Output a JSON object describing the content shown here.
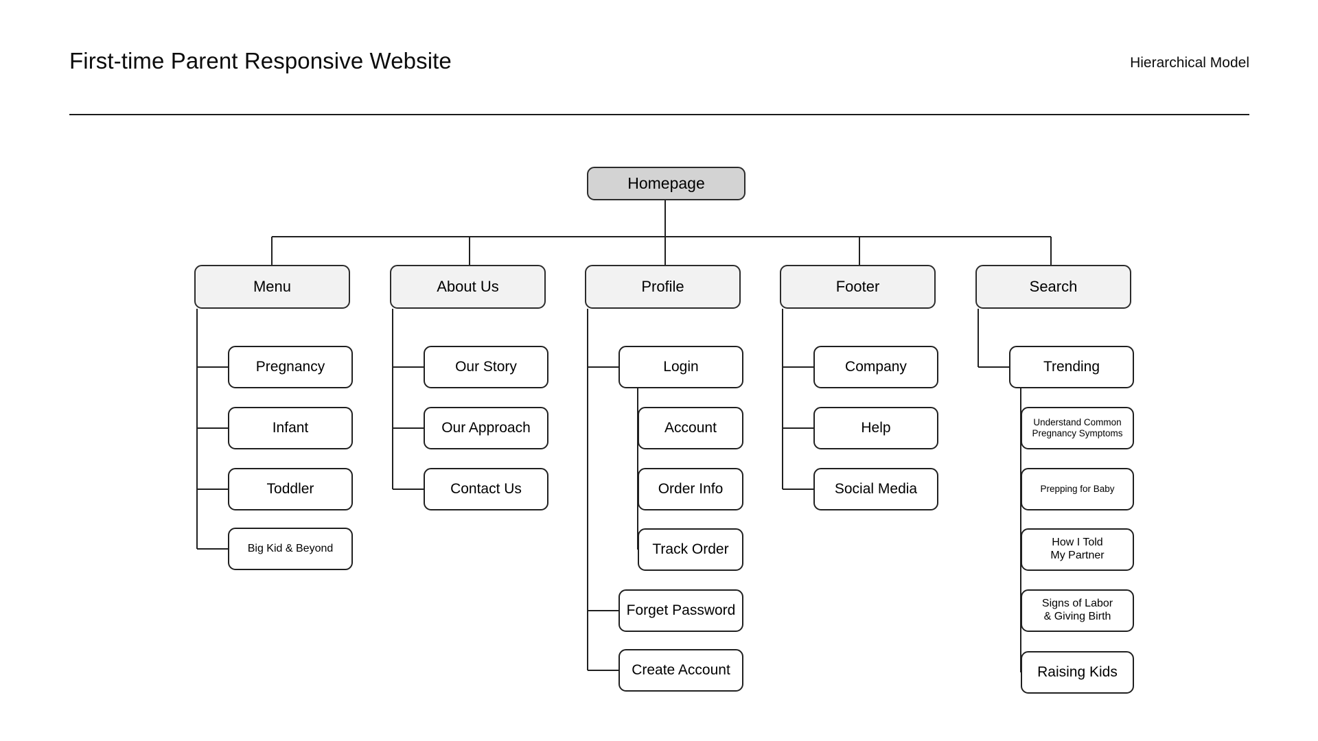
{
  "header": {
    "title": "First-time Parent Responsive Website",
    "model_label": "Hierarchical Model"
  },
  "diagram": {
    "type": "hierarchical-sitemap",
    "root": {
      "label": "Homepage",
      "level": 1
    },
    "branches": [
      {
        "label": "Menu",
        "children": [
          {
            "label": "Pregnancy"
          },
          {
            "label": "Infant"
          },
          {
            "label": "Toddler"
          },
          {
            "label": "Big Kid & Beyond"
          }
        ]
      },
      {
        "label": "About Us",
        "children": [
          {
            "label": "Our Story"
          },
          {
            "label": "Our Approach"
          },
          {
            "label": "Contact Us"
          }
        ]
      },
      {
        "label": "Profile",
        "children": [
          {
            "label": "Login",
            "children": [
              {
                "label": "Account"
              },
              {
                "label": "Order Info"
              },
              {
                "label": "Track Order"
              }
            ]
          },
          {
            "label": "Forget Password"
          },
          {
            "label": "Create Account"
          }
        ]
      },
      {
        "label": "Footer",
        "children": [
          {
            "label": "Company"
          },
          {
            "label": "Help"
          },
          {
            "label": "Social Media"
          }
        ]
      },
      {
        "label": "Search",
        "children": [
          {
            "label": "Trending",
            "children": [
              {
                "label": "Understand Common\nPregnancy Symptoms"
              },
              {
                "label": "Prepping for Baby"
              },
              {
                "label": "How I Told\nMy Partner"
              },
              {
                "label": "Signs of Labor\n& Giving Birth"
              },
              {
                "label": "Raising Kids"
              }
            ]
          }
        ]
      }
    ]
  },
  "colors": {
    "root_fill": "#d3d3d3",
    "branch_fill": "#f2f2f2",
    "leaf_fill": "#ffffff",
    "stroke": "#1f1f1f",
    "background": "#ffffff",
    "text": "#0b0b0b"
  }
}
